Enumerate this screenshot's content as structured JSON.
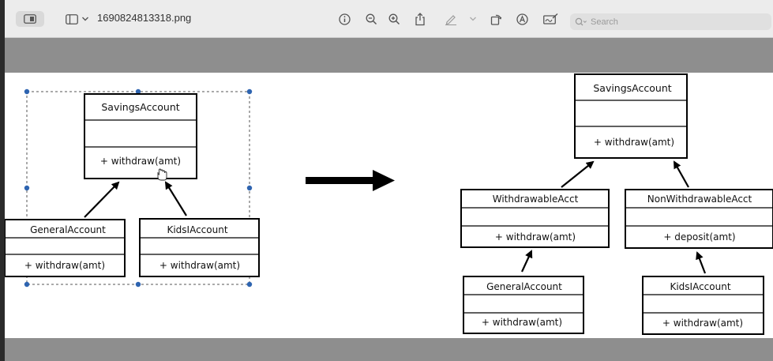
{
  "window": {
    "filename": "1690824813318.png",
    "search_placeholder": "Search"
  },
  "icons": {
    "sidebar_toggle": "sidebar-toggle-icon",
    "view_menu": "view-menu-icon",
    "chevron": "chevron-down-icon",
    "info": "info-icon",
    "zoom_out": "zoom-out-icon",
    "zoom_in": "zoom-in-icon",
    "share": "share-icon",
    "markup_pen": "pen-icon",
    "rotate": "rotate-icon",
    "annotate": "annotate-icon",
    "signature": "signature-icon",
    "search": "search-icon"
  },
  "diagram": {
    "left": {
      "savings": {
        "name": "SavingsAccount",
        "method": "+ withdraw(amt)"
      },
      "general": {
        "name": "GeneralAccount",
        "method": "+ withdraw(amt)"
      },
      "kids": {
        "name": "KidsIAccount",
        "method": "+ withdraw(amt)"
      }
    },
    "right": {
      "savings": {
        "name": "SavingsAccount",
        "method": "+ withdraw(amt)"
      },
      "withdrawable": {
        "name": "WithdrawableAcct",
        "method": "+ withdraw(amt)"
      },
      "nonwithdrawable": {
        "name": "NonWithdrawableAcct",
        "method": "+ deposit(amt)"
      },
      "general": {
        "name": "GeneralAccount",
        "method": "+ withdraw(amt)"
      },
      "kids": {
        "name": "KidsIAccount",
        "method": "+ withdraw(amt)"
      }
    }
  }
}
